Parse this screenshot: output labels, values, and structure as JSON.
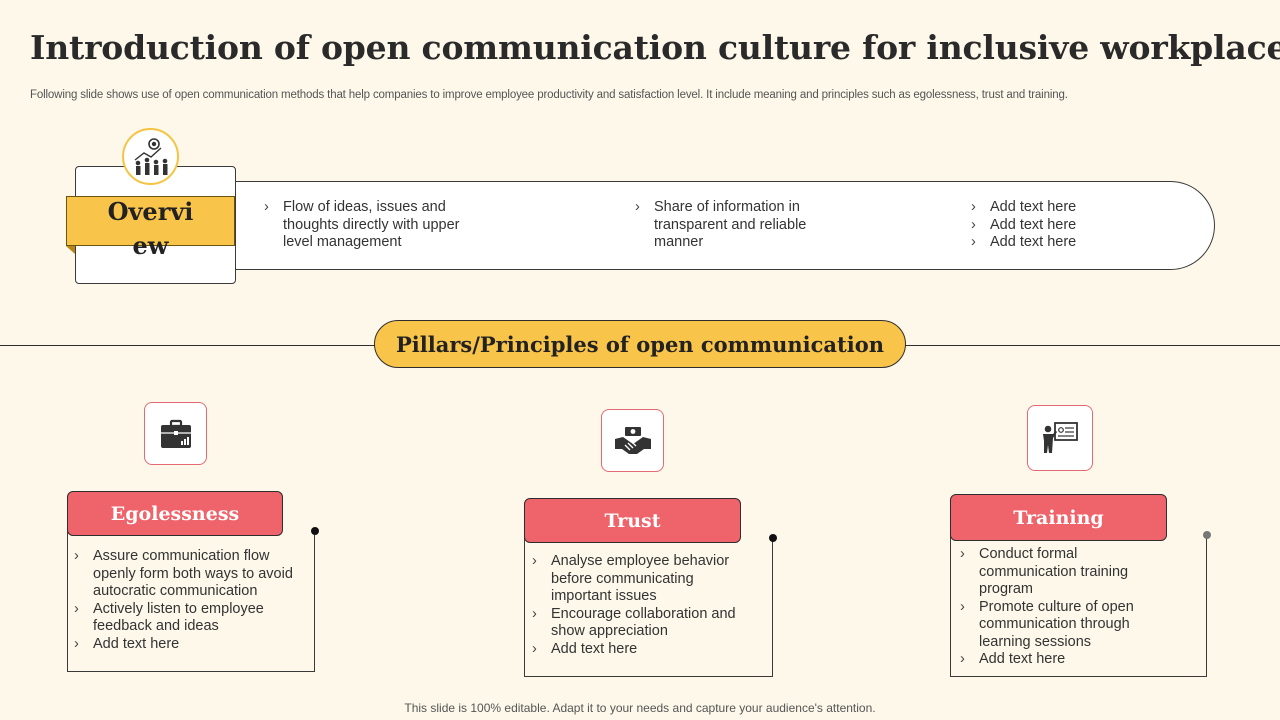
{
  "title": "Introduction of open communication culture for inclusive workplace",
  "subtitle": "Following slide shows use of open communication methods that help companies to improve employee productivity and satisfaction level. It include meaning and principles such as egolessness, trust and training.",
  "overview": {
    "label": "Overview",
    "icon": "people-growth-chart-icon",
    "columns": [
      [
        "Flow of ideas, issues and thoughts directly with upper level management"
      ],
      [
        "Share of information in transparent and reliable manner"
      ],
      [
        "Add text here",
        "Add text here",
        "Add text here"
      ]
    ]
  },
  "section_title": "Pillars/Principles of open communication",
  "pillars": [
    {
      "title": "Egolessness",
      "icon": "briefcase-icon",
      "bullets": [
        "Assure communication flow openly form both ways to avoid autocratic communication",
        "Actively listen to employee feedback and ideas",
        "Add text here"
      ]
    },
    {
      "title": "Trust",
      "icon": "handshake-icon",
      "bullets": [
        "Analyse employee behavior before communicating important issues",
        "Encourage collaboration and show appreciation",
        "Add text here"
      ]
    },
    {
      "title": "Training",
      "icon": "presentation-trainer-icon",
      "bullets": [
        "Conduct formal communication training program",
        "Promote culture of open communication through learning sessions",
        "Add text here"
      ]
    }
  ],
  "footer": "This slide is 100% editable. Adapt it to your needs and capture your audience's attention.",
  "colors": {
    "background": "#fdf8ea",
    "accent_yellow": "#f9c44a",
    "accent_red": "#ef636b"
  }
}
